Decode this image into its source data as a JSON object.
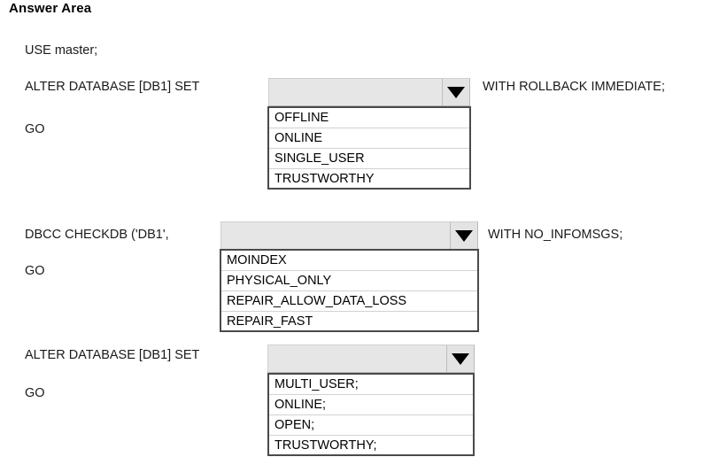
{
  "page": {
    "title": "Answer Area"
  },
  "blocks": [
    {
      "id": "block-1",
      "lines": [
        "USE master;",
        "ALTER DATABASE [DB1] SET",
        "GO"
      ],
      "trailing_text": "WITH ROLLBACK IMMEDIATE;",
      "dropdown": {
        "selected": "",
        "placeholder": "",
        "arrow_icon": "chevron-down-icon",
        "options": [
          "OFFLINE",
          "ONLINE",
          "SINGLE_USER",
          "TRUSTWORTHY"
        ]
      }
    },
    {
      "id": "block-2",
      "lines": [
        "DBCC CHECKDB ('DB1',",
        "GO"
      ],
      "trailing_text": "WITH NO_INFOMSGS;",
      "dropdown": {
        "selected": "",
        "placeholder": "",
        "arrow_icon": "chevron-down-icon",
        "options": [
          "MOINDEX",
          "PHYSICAL_ONLY",
          "REPAIR_ALLOW_DATA_LOSS",
          "REPAIR_FAST"
        ]
      }
    },
    {
      "id": "block-3",
      "lines": [
        "ALTER DATABASE [DB1] SET",
        "GO"
      ],
      "trailing_text": "",
      "dropdown": {
        "selected": "",
        "placeholder": "",
        "arrow_icon": "chevron-down-icon",
        "options": [
          "MULTI_USER;",
          "ONLINE;",
          "OPEN;",
          "TRUSTWORTHY;"
        ]
      }
    }
  ],
  "colors": {
    "background": "#ffffff",
    "text": "#000000",
    "combo_fill": "#e6e6e6",
    "combo_border": "#b9b9b9",
    "listbox_border": "#4a4a4a",
    "option_separator": "#d2d2d2"
  }
}
